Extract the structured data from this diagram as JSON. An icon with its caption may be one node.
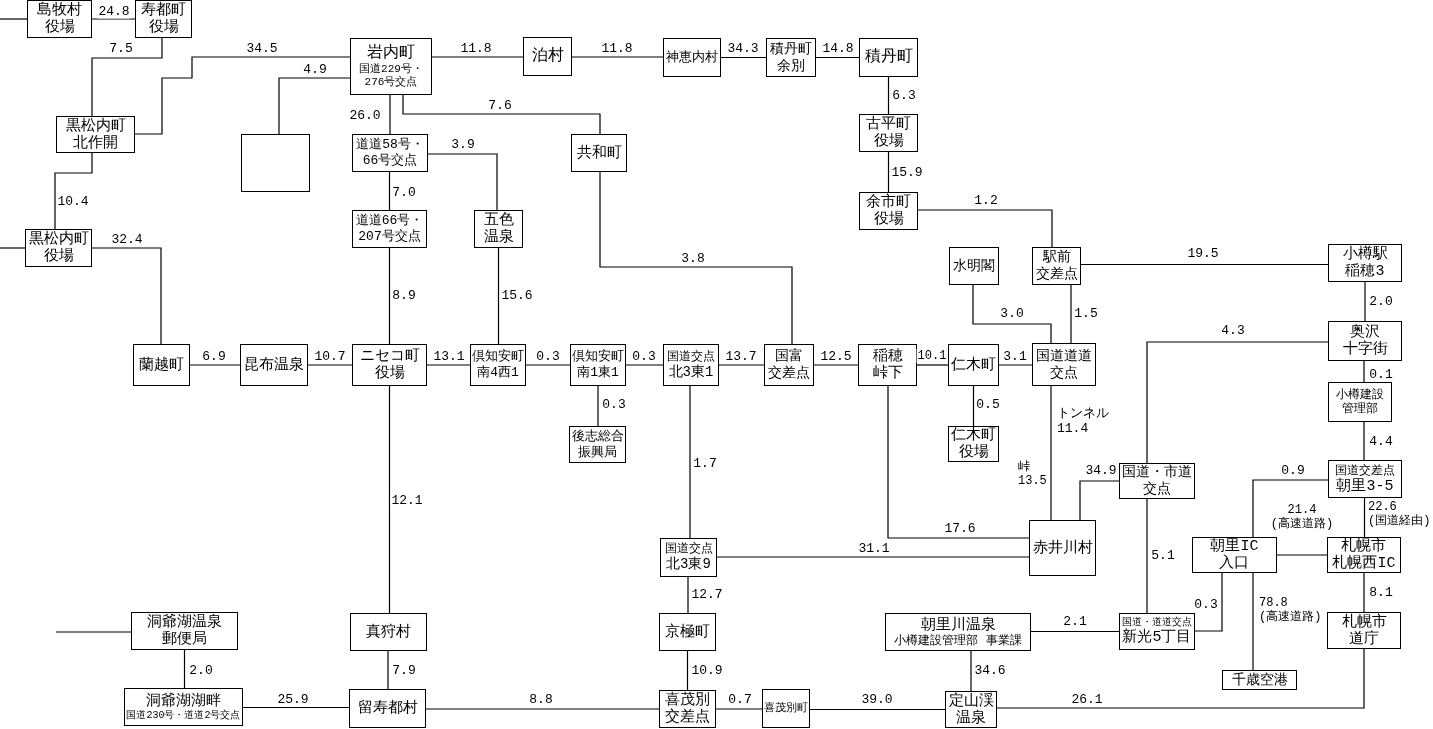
{
  "diagram": {
    "nodes": [
      {
        "text": [
          "島牧村役場"
        ]
      },
      {
        "text": [
          "寿都町役場"
        ]
      },
      {
        "text": [
          "岩内町",
          "国道229号・276号交点"
        ]
      },
      {
        "text": [
          "泊村"
        ]
      },
      {
        "text": [
          "神恵内村"
        ]
      },
      {
        "text": [
          "積丹町余別"
        ]
      },
      {
        "text": [
          "積丹町"
        ]
      },
      {
        "text": [
          "古平町役場"
        ]
      },
      {
        "text": [
          "黒松内町北作開"
        ]
      },
      {
        "text": [],
        "shape": "box"
      },
      {
        "text": [
          "道道58号・66号交点"
        ]
      },
      {
        "text": [
          "共和町"
        ]
      },
      {
        "text": [
          "余市町役場"
        ]
      },
      {
        "text": [
          "道道66号・207号交点"
        ]
      },
      {
        "text": [
          "五色温泉"
        ]
      },
      {
        "text": [
          "黒松内町役場"
        ]
      },
      {
        "text": [
          "水明閣"
        ]
      },
      {
        "text": [
          "駅前交差点"
        ]
      },
      {
        "text": [
          "小樽駅稲穂3"
        ]
      },
      {
        "text": [
          "奥沢十字街"
        ]
      },
      {
        "text": [
          "蘭越町"
        ]
      },
      {
        "text": [
          "昆布温泉"
        ]
      },
      {
        "text": [
          "ニセコ町役場"
        ]
      },
      {
        "text": [
          "倶知安町南4西1"
        ]
      },
      {
        "text": [
          "倶知安町南1東1"
        ]
      },
      {
        "text": [
          "国道交点",
          "北3東1"
        ]
      },
      {
        "text": [
          "国富交差点"
        ]
      },
      {
        "text": [
          "稲穂峠下"
        ]
      },
      {
        "text": [
          "仁木町"
        ]
      },
      {
        "text": [
          "国道道道交点"
        ]
      },
      {
        "text": [
          "小樽建設管理部"
        ]
      },
      {
        "text": [
          "後志総合振興局"
        ]
      },
      {
        "text": [
          "仁木町役場"
        ]
      },
      {
        "text": [
          "国道・市道交点"
        ]
      },
      {
        "text": [
          "国道交差点",
          "朝里3-5"
        ]
      },
      {
        "text": [
          "赤井川村"
        ]
      },
      {
        "text": [
          "国道交点",
          "北3東9"
        ]
      },
      {
        "text": [
          "朝里IC入口"
        ]
      },
      {
        "text": [
          "札幌市札幌西IC"
        ]
      },
      {
        "text": [
          "洞爺湖温泉郵便局"
        ]
      },
      {
        "text": [
          "真狩村"
        ]
      },
      {
        "text": [
          "京極町"
        ]
      },
      {
        "text": [
          "朝里川温泉",
          "小樽建設管理部 事業課"
        ]
      },
      {
        "text": [
          "国道・道道交点",
          "新光5丁目"
        ]
      },
      {
        "text": [
          "札幌市道庁"
        ]
      },
      {
        "text": [
          "千歳空港"
        ]
      },
      {
        "text": [
          "洞爺湖湖畔",
          "国道230号・道道2号交点"
        ]
      },
      {
        "text": [
          "留寿都村"
        ]
      },
      {
        "text": [
          "喜茂別交差点"
        ]
      },
      {
        "text": [
          "喜茂別町"
        ]
      },
      {
        "text": [
          "定山渓温泉"
        ]
      }
    ],
    "edges": [
      {
        "from": null,
        "to": 0,
        "arrow": "none"
      },
      {
        "from": 0,
        "to": 1,
        "arrow": "none",
        "label": "24.8"
      },
      {
        "from": 1,
        "to": 8,
        "arrow": "none",
        "label": "7.5"
      },
      {
        "from": 8,
        "to": 2,
        "arrow": "none",
        "label": "34.5"
      },
      {
        "from": 2,
        "to": 9,
        "arrow": "none",
        "label": "4.9"
      },
      {
        "from": 2,
        "to": 3,
        "arrow": "none",
        "label": "11.8"
      },
      {
        "from": 3,
        "to": 4,
        "arrow": "none",
        "label": "11.8"
      },
      {
        "from": 4,
        "to": 5,
        "arrow": "none",
        "label": "34.3"
      },
      {
        "from": 5,
        "to": 6,
        "arrow": "none",
        "label": "14.8"
      },
      {
        "from": 6,
        "to": 7,
        "arrow": "none",
        "label": "6.3"
      },
      {
        "from": 7,
        "to": 12,
        "arrow": "none",
        "label": "15.9"
      },
      {
        "from": 12,
        "to": 17,
        "arrow": "none",
        "label": "1.2"
      },
      {
        "from": 2,
        "to": 10,
        "arrow": "none",
        "label": "26.0"
      },
      {
        "from": 2,
        "to": 11,
        "arrow": "none",
        "label": "7.6"
      },
      {
        "from": 10,
        "to": 14,
        "arrow": "none",
        "label": "3.9"
      },
      {
        "from": 10,
        "to": 13,
        "arrow": "none",
        "label": "7.0"
      },
      {
        "from": 8,
        "to": 15,
        "arrow": "none",
        "label": "10.4"
      },
      {
        "from": null,
        "to": 15,
        "arrow": "none"
      },
      {
        "from": 15,
        "to": 20,
        "arrow": "none",
        "label": "32.4"
      },
      {
        "from": 13,
        "to": 22,
        "arrow": "none",
        "label": "8.9"
      },
      {
        "from": 14,
        "to": 23,
        "arrow": "none",
        "label": "15.6"
      },
      {
        "from": 11,
        "to": 26,
        "arrow": "none",
        "label": "3.8"
      },
      {
        "from": 20,
        "to": 21,
        "arrow": "none",
        "label": "6.9"
      },
      {
        "from": 21,
        "to": 22,
        "arrow": "none",
        "label": "10.7"
      },
      {
        "from": 22,
        "to": 23,
        "arrow": "none",
        "label": "13.1"
      },
      {
        "from": 23,
        "to": 24,
        "arrow": "none",
        "label": "0.3"
      },
      {
        "from": 24,
        "to": 25,
        "arrow": "none",
        "label": "0.3"
      },
      {
        "from": 25,
        "to": 26,
        "arrow": "none",
        "label": "13.7"
      },
      {
        "from": 26,
        "to": 27,
        "arrow": "none",
        "label": "12.5"
      },
      {
        "from": 27,
        "to": 28,
        "arrow": "none",
        "label": "10.1"
      },
      {
        "from": 28,
        "to": 29,
        "arrow": "none",
        "label": "3.1"
      },
      {
        "from": 16,
        "to": 29,
        "arrow": "none",
        "label": "3.0"
      },
      {
        "from": 17,
        "to": 29,
        "arrow": "none",
        "label": "1.5"
      },
      {
        "from": 17,
        "to": 18,
        "arrow": "none",
        "label": "19.5"
      },
      {
        "from": 18,
        "to": 19,
        "arrow": "none",
        "label": "2.0"
      },
      {
        "from": 19,
        "to": 33,
        "arrow": "none",
        "label": "4.3"
      },
      {
        "from": 19,
        "to": 30,
        "arrow": "none",
        "label": "0.1"
      },
      {
        "from": 30,
        "to": 34,
        "arrow": "none",
        "label": "4.4"
      },
      {
        "from": 24,
        "to": 31,
        "arrow": "none",
        "label": "0.3"
      },
      {
        "from": 28,
        "to": 32,
        "arrow": "none",
        "label": "0.5"
      },
      {
        "from": 29,
        "to": 35,
        "arrow": "none",
        "label": "トンネル 11.4"
      },
      {
        "from": 27,
        "to": 35,
        "arrow": "none",
        "label": "17.6"
      },
      {
        "from": 25,
        "to": 36,
        "arrow": "none",
        "label": "1.7"
      },
      {
        "from": 36,
        "to": 35,
        "arrow": "none",
        "label": "31.1"
      },
      {
        "from": 35,
        "to": 33,
        "arrow": "none",
        "label": "34.9"
      },
      {
        "from": 33,
        "to": 43,
        "arrow": "none",
        "label": "5.1"
      },
      {
        "from": 34,
        "to": 37,
        "arrow": "none",
        "label": "0.9"
      },
      {
        "from": 37,
        "to": 38,
        "arrow": "none",
        "label": "21.4 (高速道路)"
      },
      {
        "from": 34,
        "to": 38,
        "arrow": "none",
        "label": "22.6 (国道経由)"
      },
      {
        "from": 37,
        "to": 45,
        "arrow": "none",
        "label": "78.8 (高速道路)"
      },
      {
        "from": 38,
        "to": 44,
        "arrow": "none",
        "label": "8.1"
      },
      {
        "from": 44,
        "to": 50,
        "arrow": "none",
        "label": "26.1"
      },
      {
        "from": 42,
        "to": 43,
        "arrow": "none",
        "label": "2.1"
      },
      {
        "from": 43,
        "to": 37,
        "arrow": "none",
        "label": "0.3"
      },
      {
        "from": 42,
        "to": 50,
        "arrow": "none",
        "label": "34.6"
      },
      {
        "from": 49,
        "to": 50,
        "arrow": "none",
        "label": "39.0"
      },
      {
        "from": 48,
        "to": 49,
        "arrow": "none",
        "label": "0.7"
      },
      {
        "from": 41,
        "to": 48,
        "arrow": "none",
        "label": "10.9"
      },
      {
        "from": 36,
        "to": 41,
        "arrow": "none",
        "label": "12.7"
      },
      {
        "from": 47,
        "to": 48,
        "arrow": "none",
        "label": "8.8"
      },
      {
        "from": 40,
        "to": 47,
        "arrow": "none",
        "label": "7.9"
      },
      {
        "from": 22,
        "to": 40,
        "arrow": "none",
        "label": "12.1"
      },
      {
        "from": 46,
        "to": 47,
        "arrow": "none",
        "label": "25.9"
      },
      {
        "from": 39,
        "to": 46,
        "arrow": "none",
        "label": "2.0"
      },
      {
        "from": null,
        "to": 39,
        "arrow": "none"
      }
    ],
    "labels": [
      "峠 13.5"
    ]
  }
}
